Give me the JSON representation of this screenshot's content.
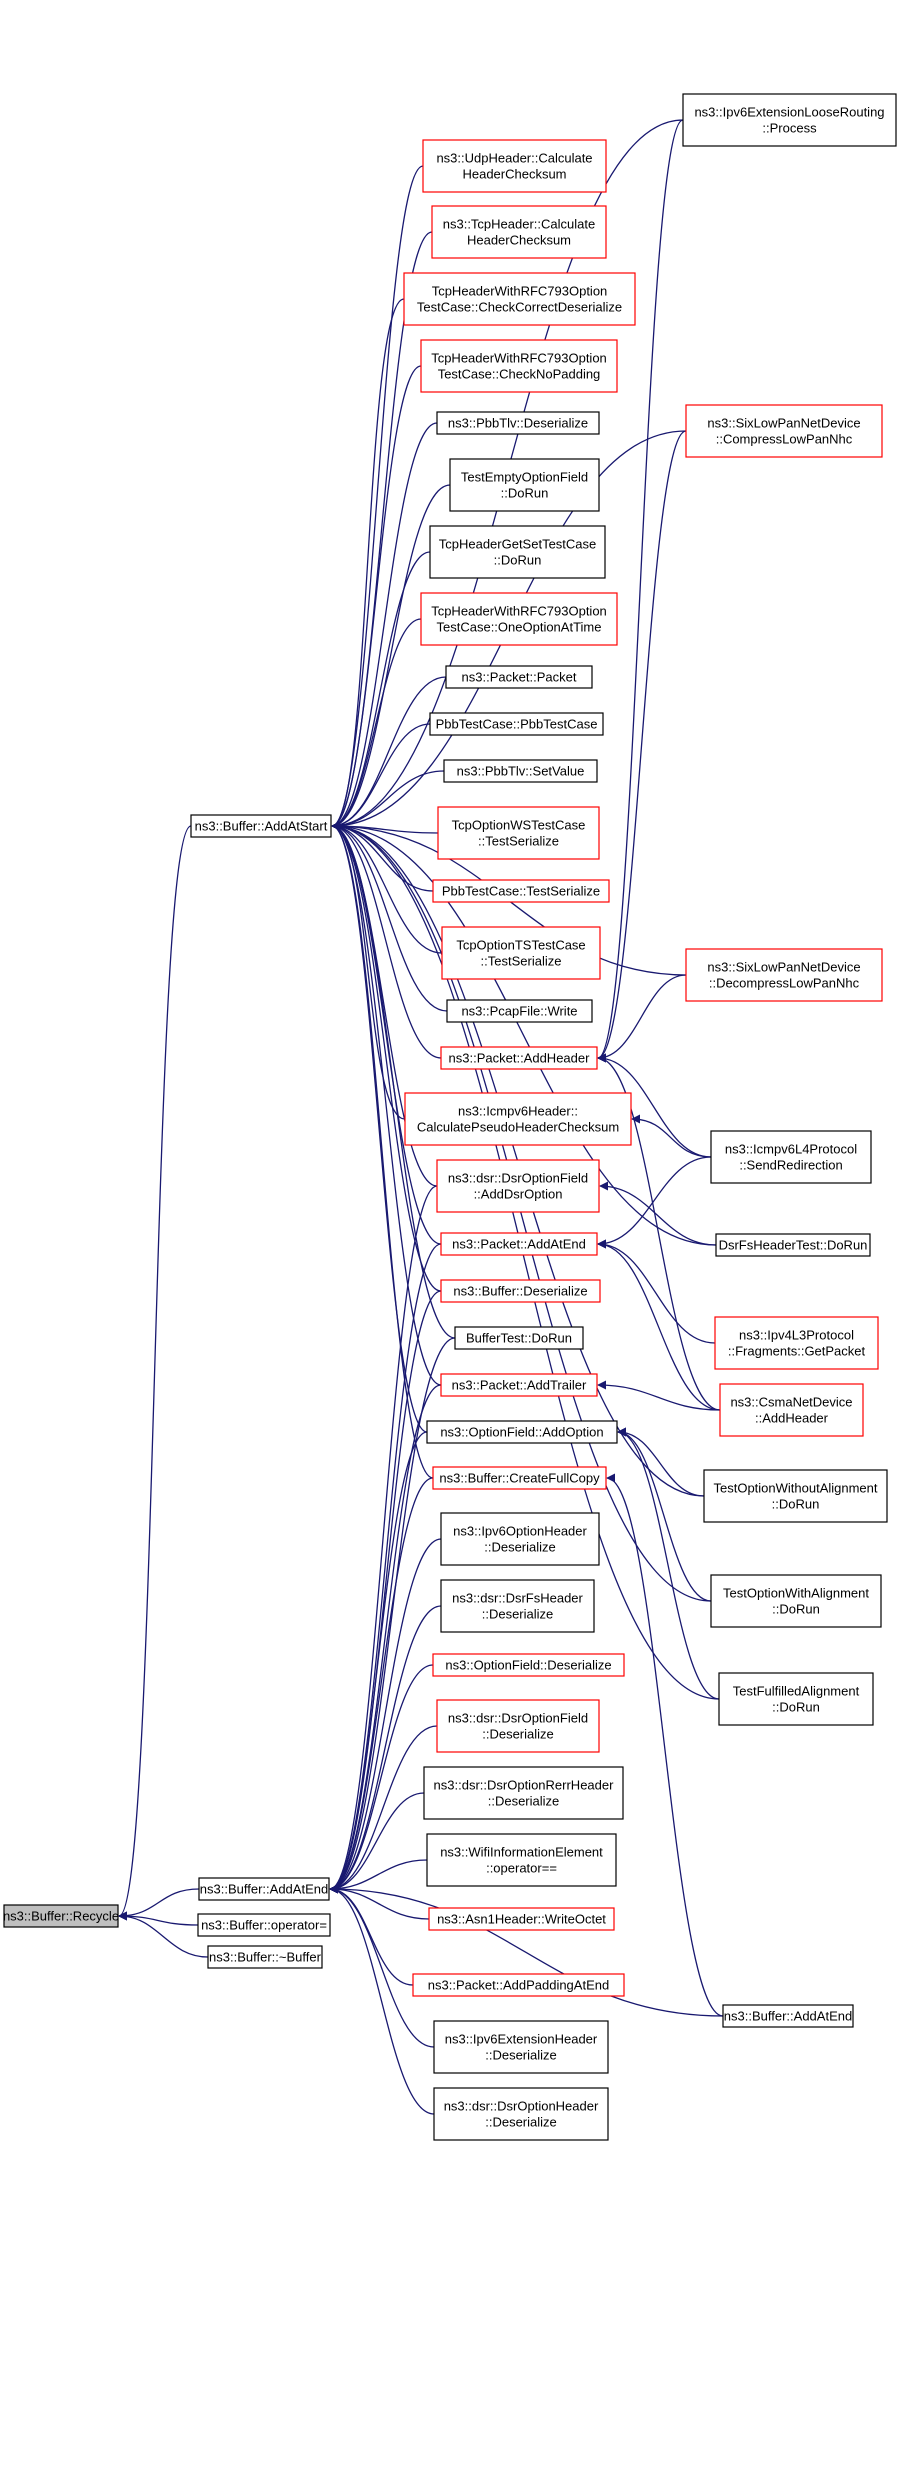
{
  "colors": {
    "edge": "#191970",
    "box_border": "#000000",
    "box_border_highlight": "#ff0000",
    "root_fill": "#bfbfbf"
  },
  "nodes": {
    "recycle": {
      "lines": [
        "ns3::Buffer::Recycle"
      ],
      "style": "root"
    },
    "addAtStart": {
      "lines": [
        "ns3::Buffer::AddAtStart"
      ],
      "style": "black"
    },
    "addAtEnd": {
      "lines": [
        "ns3::Buffer::AddAtEnd"
      ],
      "style": "black"
    },
    "operatorAssign": {
      "lines": [
        "ns3::Buffer::operator="
      ],
      "style": "black"
    },
    "destructor": {
      "lines": [
        "ns3::Buffer::~Buffer"
      ],
      "style": "black"
    },
    "udpHeader": {
      "lines": [
        "ns3::UdpHeader::Calculate",
        "HeaderChecksum"
      ],
      "style": "red"
    },
    "tcpHeader": {
      "lines": [
        "ns3::TcpHeader::Calculate",
        "HeaderChecksum"
      ],
      "style": "red"
    },
    "rfcCheckCorrect": {
      "lines": [
        "TcpHeaderWithRFC793Option",
        "TestCase::CheckCorrectDeserialize"
      ],
      "style": "red"
    },
    "rfcCheckNoPadding": {
      "lines": [
        "TcpHeaderWithRFC793Option",
        "TestCase::CheckNoPadding"
      ],
      "style": "red"
    },
    "pbbTlvDeser": {
      "lines": [
        "ns3::PbbTlv::Deserialize"
      ],
      "style": "black"
    },
    "testEmptyOption": {
      "lines": [
        "TestEmptyOptionField",
        "::DoRun"
      ],
      "style": "black"
    },
    "tcpHeaderGetSet": {
      "lines": [
        "TcpHeaderGetSetTestCase",
        "::DoRun"
      ],
      "style": "black"
    },
    "rfcOneOption": {
      "lines": [
        "TcpHeaderWithRFC793Option",
        "TestCase::OneOptionAtTime"
      ],
      "style": "red"
    },
    "packetPacket": {
      "lines": [
        "ns3::Packet::Packet"
      ],
      "style": "black"
    },
    "pbbTestCase": {
      "lines": [
        "PbbTestCase::PbbTestCase"
      ],
      "style": "black"
    },
    "pbbTlvSetValue": {
      "lines": [
        "ns3::PbbTlv::SetValue"
      ],
      "style": "black"
    },
    "tcpOptionWS": {
      "lines": [
        "TcpOptionWSTestCase",
        "::TestSerialize"
      ],
      "style": "red"
    },
    "pbbTestSerialize": {
      "lines": [
        "PbbTestCase::TestSerialize"
      ],
      "style": "red"
    },
    "tcpOptionTS": {
      "lines": [
        "TcpOptionTSTestCase",
        "::TestSerialize"
      ],
      "style": "red"
    },
    "pcapWrite": {
      "lines": [
        "ns3::PcapFile::Write"
      ],
      "style": "black"
    },
    "packetAddHeader": {
      "lines": [
        "ns3::Packet::AddHeader"
      ],
      "style": "red"
    },
    "icmpv6Pseudo": {
      "lines": [
        "ns3::Icmpv6Header::",
        "CalculatePseudoHeaderChecksum"
      ],
      "style": "red"
    },
    "dsrAddOption": {
      "lines": [
        "ns3::dsr::DsrOptionField",
        "::AddDsrOption"
      ],
      "style": "red"
    },
    "packetAddAtEnd": {
      "lines": [
        "ns3::Packet::AddAtEnd"
      ],
      "style": "red"
    },
    "bufferDeser": {
      "lines": [
        "ns3::Buffer::Deserialize"
      ],
      "style": "red"
    },
    "bufferTest": {
      "lines": [
        "BufferTest::DoRun"
      ],
      "style": "black"
    },
    "packetAddTrailer": {
      "lines": [
        "ns3::Packet::AddTrailer"
      ],
      "style": "red"
    },
    "optionFieldAdd": {
      "lines": [
        "ns3::OptionField::AddOption"
      ],
      "style": "black"
    },
    "bufferFullCopy": {
      "lines": [
        "ns3::Buffer::CreateFullCopy"
      ],
      "style": "red"
    },
    "ipv6OptionHeader": {
      "lines": [
        "ns3::Ipv6OptionHeader",
        "::Deserialize"
      ],
      "style": "black"
    },
    "dsrFsHeader": {
      "lines": [
        "ns3::dsr::DsrFsHeader",
        "::Deserialize"
      ],
      "style": "black"
    },
    "optionFieldDeser": {
      "lines": [
        "ns3::OptionField::Deserialize"
      ],
      "style": "red"
    },
    "dsrOptionFieldDeser": {
      "lines": [
        "ns3::dsr::DsrOptionField",
        "::Deserialize"
      ],
      "style": "red"
    },
    "dsrRerr": {
      "lines": [
        "ns3::dsr::DsrOptionRerrHeader",
        "::Deserialize"
      ],
      "style": "black"
    },
    "wifiInfo": {
      "lines": [
        "ns3::WifiInformationElement",
        "::operator=="
      ],
      "style": "black"
    },
    "asn1Write": {
      "lines": [
        "ns3::Asn1Header::WriteOctet"
      ],
      "style": "red"
    },
    "packetPadding": {
      "lines": [
        "ns3::Packet::AddPaddingAtEnd"
      ],
      "style": "red"
    },
    "ipv6ExtHeader": {
      "lines": [
        "ns3::Ipv6ExtensionHeader",
        "::Deserialize"
      ],
      "style": "black"
    },
    "dsrOptionHeader": {
      "lines": [
        "ns3::dsr::DsrOptionHeader",
        "::Deserialize"
      ],
      "style": "black"
    },
    "ipv6ExtLoose": {
      "lines": [
        "ns3::Ipv6ExtensionLooseRouting",
        "::Process"
      ],
      "style": "black"
    },
    "sixLowCompress": {
      "lines": [
        "ns3::SixLowPanNetDevice",
        "::CompressLowPanNhc"
      ],
      "style": "red"
    },
    "sixLowDecompress": {
      "lines": [
        "ns3::SixLowPanNetDevice",
        "::DecompressLowPanNhc"
      ],
      "style": "red"
    },
    "icmpv6L4": {
      "lines": [
        "ns3::Icmpv6L4Protocol",
        "::SendRedirection"
      ],
      "style": "black"
    },
    "dsrFsTest": {
      "lines": [
        "DsrFsHeaderTest::DoRun"
      ],
      "style": "black"
    },
    "ipv4Frag": {
      "lines": [
        "ns3::Ipv4L3Protocol",
        "::Fragments::GetPacket"
      ],
      "style": "red"
    },
    "csmaAddHeader": {
      "lines": [
        "ns3::CsmaNetDevice",
        "::AddHeader"
      ],
      "style": "red"
    },
    "testWithoutAlign": {
      "lines": [
        "TestOptionWithoutAlignment",
        "::DoRun"
      ],
      "style": "black"
    },
    "testWithAlign": {
      "lines": [
        "TestOptionWithAlignment",
        "::DoRun"
      ],
      "style": "black"
    },
    "testFulfilled": {
      "lines": [
        "TestFulfilledAlignment",
        "::DoRun"
      ],
      "style": "black"
    },
    "bufferAddAtEndR": {
      "lines": [
        "ns3::Buffer::AddAtEnd"
      ],
      "style": "black"
    }
  },
  "edges": [
    [
      "addAtStart",
      "recycle"
    ],
    [
      "addAtEnd",
      "recycle"
    ],
    [
      "operatorAssign",
      "recycle"
    ],
    [
      "destructor",
      "recycle"
    ],
    [
      "udpHeader",
      "addAtStart"
    ],
    [
      "tcpHeader",
      "addAtStart"
    ],
    [
      "rfcCheckCorrect",
      "addAtStart"
    ],
    [
      "rfcCheckNoPadding",
      "addAtStart"
    ],
    [
      "pbbTlvDeser",
      "addAtStart"
    ],
    [
      "testEmptyOption",
      "addAtStart"
    ],
    [
      "tcpHeaderGetSet",
      "addAtStart"
    ],
    [
      "rfcOneOption",
      "addAtStart"
    ],
    [
      "packetPacket",
      "addAtStart"
    ],
    [
      "pbbTestCase",
      "addAtStart"
    ],
    [
      "pbbTlvSetValue",
      "addAtStart"
    ],
    [
      "tcpOptionWS",
      "addAtStart"
    ],
    [
      "pbbTestSerialize",
      "addAtStart"
    ],
    [
      "tcpOptionTS",
      "addAtStart"
    ],
    [
      "pcapWrite",
      "addAtStart"
    ],
    [
      "packetAddHeader",
      "addAtStart"
    ],
    [
      "icmpv6Pseudo",
      "addAtStart"
    ],
    [
      "dsrAddOption",
      "addAtStart"
    ],
    [
      "packetAddAtEnd",
      "addAtStart"
    ],
    [
      "bufferDeser",
      "addAtStart"
    ],
    [
      "bufferTest",
      "addAtStart"
    ],
    [
      "packetAddTrailer",
      "addAtStart"
    ],
    [
      "optionFieldAdd",
      "addAtStart"
    ],
    [
      "bufferFullCopy",
      "addAtStart"
    ],
    [
      "ipv6ExtLoose",
      "addAtStart"
    ],
    [
      "sixLowCompress",
      "addAtStart"
    ],
    [
      "sixLowDecompress",
      "addAtStart"
    ],
    [
      "dsrFsTest",
      "addAtStart"
    ],
    [
      "testWithoutAlign",
      "addAtStart"
    ],
    [
      "testWithAlign",
      "addAtStart"
    ],
    [
      "testFulfilled",
      "addAtStart"
    ],
    [
      "dsrAddOption",
      "addAtEnd"
    ],
    [
      "packetAddAtEnd",
      "addAtEnd"
    ],
    [
      "bufferDeser",
      "addAtEnd"
    ],
    [
      "bufferTest",
      "addAtEnd"
    ],
    [
      "packetAddTrailer",
      "addAtEnd"
    ],
    [
      "optionFieldAdd",
      "addAtEnd"
    ],
    [
      "bufferFullCopy",
      "addAtEnd"
    ],
    [
      "ipv6OptionHeader",
      "addAtEnd"
    ],
    [
      "dsrFsHeader",
      "addAtEnd"
    ],
    [
      "optionFieldDeser",
      "addAtEnd"
    ],
    [
      "dsrOptionFieldDeser",
      "addAtEnd"
    ],
    [
      "dsrRerr",
      "addAtEnd"
    ],
    [
      "wifiInfo",
      "addAtEnd"
    ],
    [
      "asn1Write",
      "addAtEnd"
    ],
    [
      "packetPadding",
      "addAtEnd"
    ],
    [
      "ipv6ExtHeader",
      "addAtEnd"
    ],
    [
      "dsrOptionHeader",
      "addAtEnd"
    ],
    [
      "bufferAddAtEndR",
      "addAtEnd"
    ],
    [
      "ipv6ExtLoose",
      "packetAddHeader"
    ],
    [
      "sixLowCompress",
      "packetAddHeader"
    ],
    [
      "sixLowDecompress",
      "packetAddHeader"
    ],
    [
      "icmpv6L4",
      "packetAddHeader"
    ],
    [
      "csmaAddHeader",
      "packetAddHeader"
    ],
    [
      "icmpv6L4",
      "icmpv6Pseudo"
    ],
    [
      "dsrFsTest",
      "dsrAddOption"
    ],
    [
      "icmpv6L4",
      "packetAddAtEnd"
    ],
    [
      "ipv4Frag",
      "packetAddAtEnd"
    ],
    [
      "csmaAddHeader",
      "packetAddAtEnd"
    ],
    [
      "csmaAddHeader",
      "packetAddTrailer"
    ],
    [
      "testWithoutAlign",
      "optionFieldAdd"
    ],
    [
      "testWithAlign",
      "optionFieldAdd"
    ],
    [
      "testFulfilled",
      "optionFieldAdd"
    ],
    [
      "bufferAddAtEndR",
      "bufferFullCopy"
    ]
  ]
}
